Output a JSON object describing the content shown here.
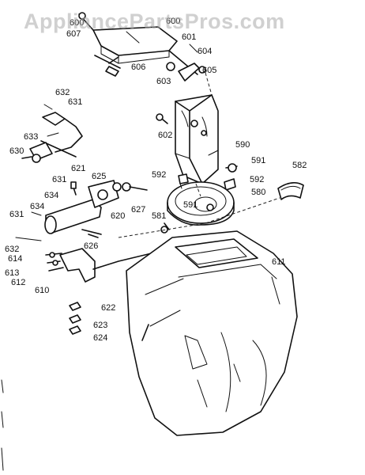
{
  "watermark": "AppliancePartsPros.com",
  "labels": {
    "l600a": "600",
    "l600b": "600",
    "l607": "607",
    "l601": "601",
    "l606": "606",
    "l604": "604",
    "l603": "603",
    "l605": "605",
    "l632a": "632",
    "l631a": "631",
    "l633": "633",
    "l630": "630",
    "l602": "602",
    "l590": "590",
    "l591a": "591",
    "l582": "582",
    "l621": "621",
    "l625": "625",
    "l631b": "631",
    "l592a": "592",
    "l592b": "592",
    "l634a": "634",
    "l634b": "634",
    "l580": "580",
    "l631c": "631",
    "l591b": "591",
    "l627": "627",
    "l620": "620",
    "l581": "581",
    "l626": "626",
    "l632b": "632",
    "l614": "614",
    "l611": "611",
    "l613": "613",
    "l612": "612",
    "l610": "610",
    "l622": "622",
    "l623": "623",
    "l624": "624"
  }
}
